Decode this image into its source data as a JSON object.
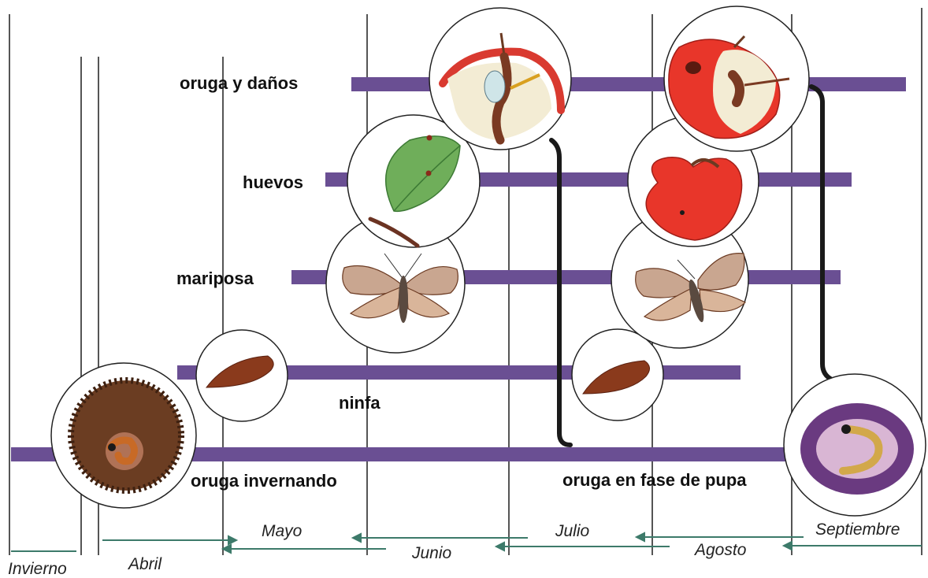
{
  "stages": {
    "oruga_danos": "oruga y daños",
    "huevos": "huevos",
    "mariposa": "mariposa",
    "ninfa": "ninfa",
    "oruga_invernando": "oruga invernando",
    "oruga_pupa": "oruga en fase de pupa"
  },
  "months": {
    "invierno": "Invierno",
    "abril": "Abril",
    "mayo": "Mayo",
    "junio": "Junio",
    "julio": "Julio",
    "agosto": "Agosto",
    "septiembre": "Septiembre"
  },
  "colors": {
    "bar": "#6a4f93",
    "connector": "#1a1a1a",
    "divider": "#555555",
    "arrow": "#3d7a6a"
  }
}
